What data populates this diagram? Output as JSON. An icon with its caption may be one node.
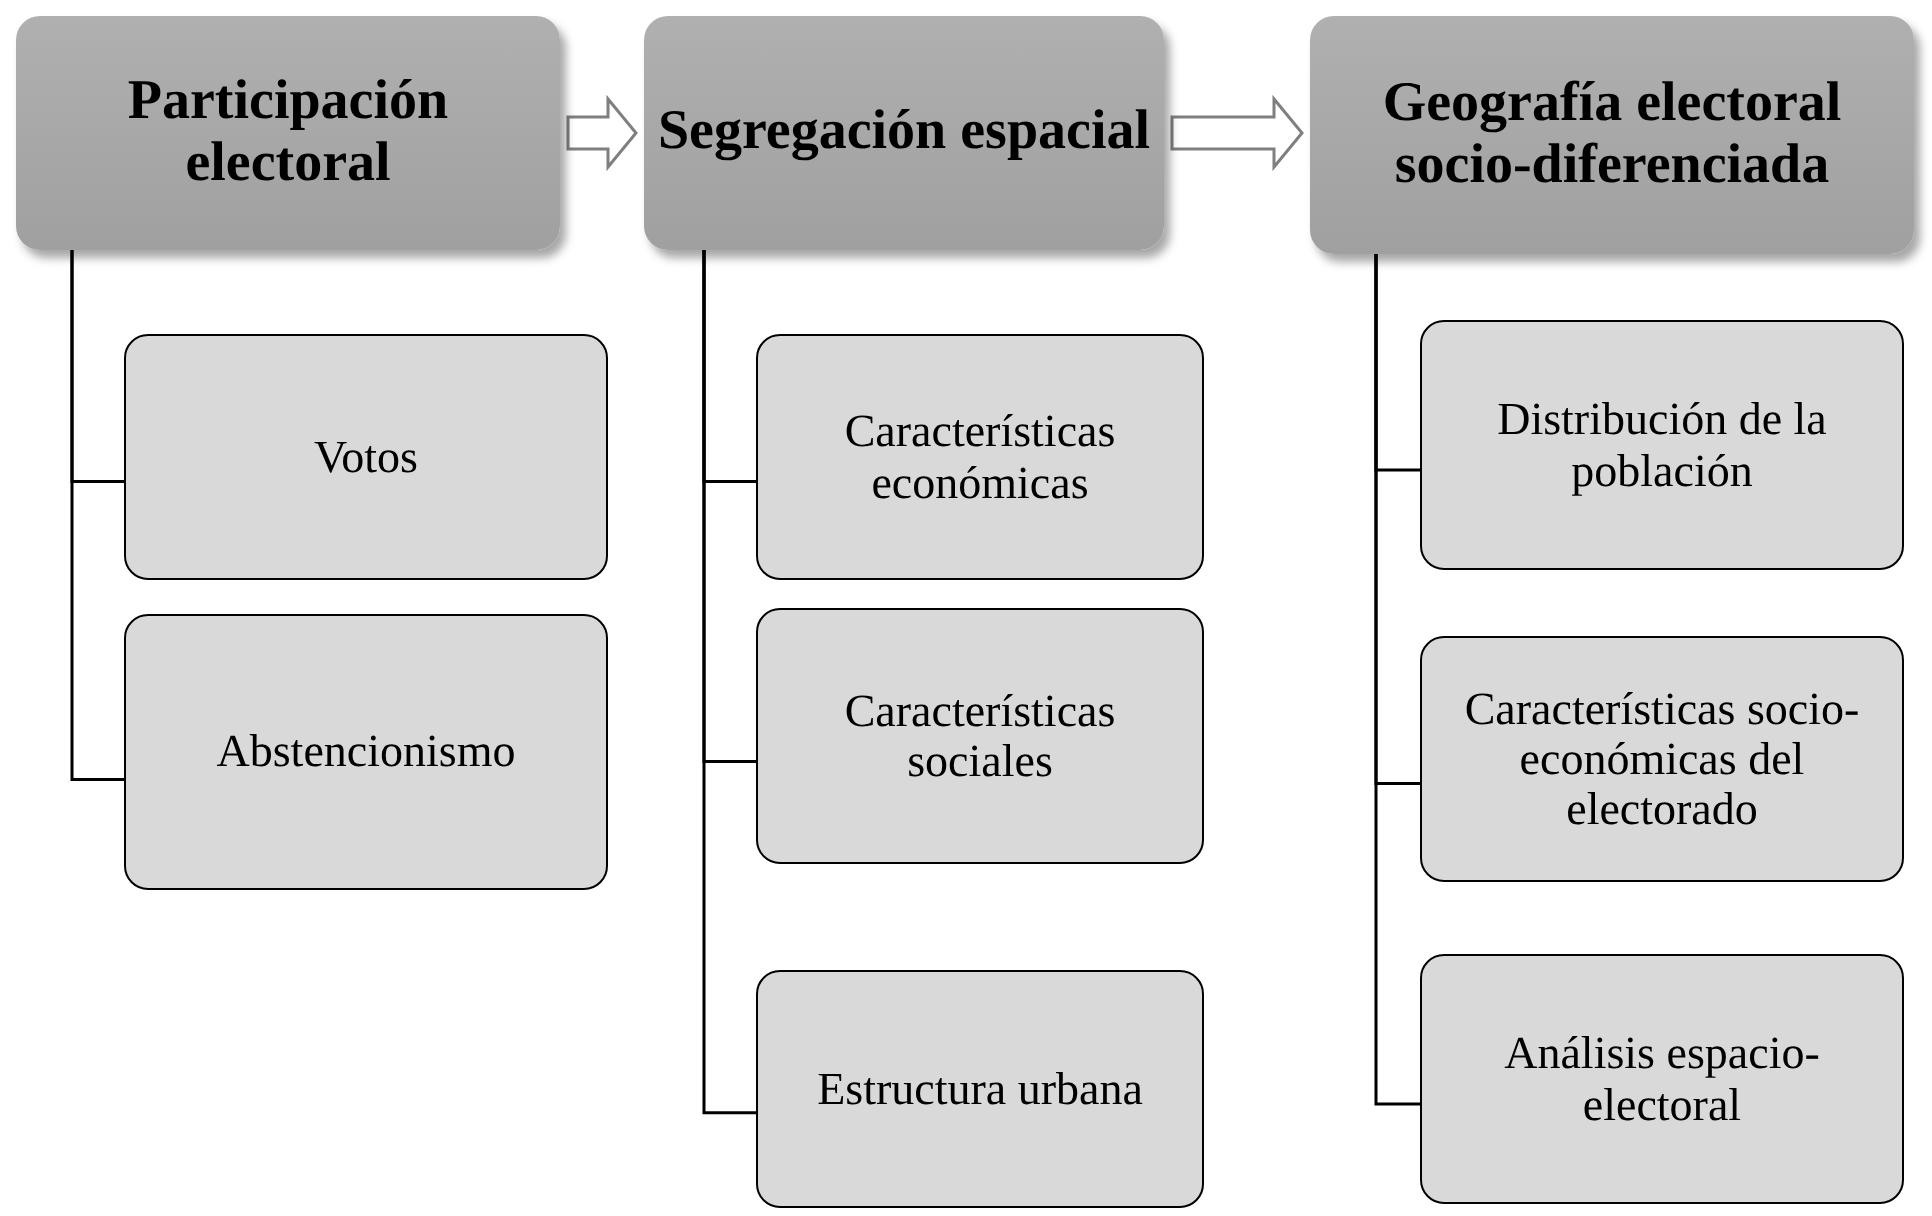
{
  "diagram": {
    "nodes": [
      {
        "text": [
          "Participación electoral"
        ]
      },
      {
        "text": [
          "Segregación espacial"
        ]
      },
      {
        "text": [
          "Geografía electoral socio-diferenciada"
        ]
      },
      {
        "text": [
          "Votos"
        ]
      },
      {
        "text": [
          "Abstencionismo"
        ]
      },
      {
        "text": [
          "Características económicas"
        ]
      },
      {
        "text": [
          "Características sociales"
        ]
      },
      {
        "text": [
          "Estructura urbana"
        ]
      },
      {
        "text": [
          "Distribución de la población"
        ]
      },
      {
        "text": [
          "Características socio-económicas del electorado"
        ]
      },
      {
        "text": [
          "Análisis espacio-electoral"
        ]
      }
    ],
    "edges": [
      {
        "from": 0,
        "to": 1,
        "arrow": "to"
      },
      {
        "from": 1,
        "to": 2,
        "arrow": "to"
      },
      {
        "from": 0,
        "to": 3,
        "arrow": "none"
      },
      {
        "from": 0,
        "to": 4,
        "arrow": "none"
      },
      {
        "from": 1,
        "to": 5,
        "arrow": "none"
      },
      {
        "from": 1,
        "to": 6,
        "arrow": "none"
      },
      {
        "from": 1,
        "to": 7,
        "arrow": "none"
      },
      {
        "from": 2,
        "to": 8,
        "arrow": "none"
      },
      {
        "from": 2,
        "to": 9,
        "arrow": "none"
      },
      {
        "from": 2,
        "to": 10,
        "arrow": "none"
      }
    ]
  }
}
